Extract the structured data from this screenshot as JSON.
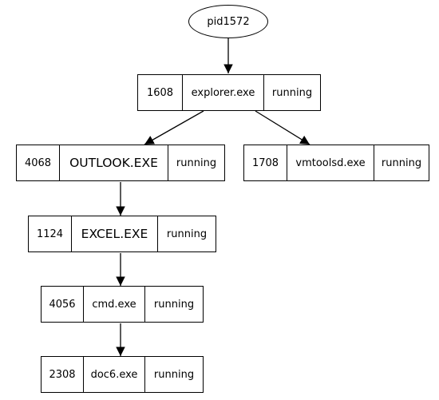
{
  "root": {
    "label": "pid1572"
  },
  "processes": {
    "explorer": {
      "pid": "1608",
      "name": "explorer.exe",
      "status": "running"
    },
    "outlook": {
      "pid": "4068",
      "name": "OUTLOOK.EXE",
      "status": "running"
    },
    "vmtoolsd": {
      "pid": "1708",
      "name": "vmtoolsd.exe",
      "status": "running"
    },
    "excel": {
      "pid": "1124",
      "name": "EXCEL.EXE",
      "status": "running"
    },
    "cmd": {
      "pid": "4056",
      "name": "cmd.exe",
      "status": "running"
    },
    "doc6": {
      "pid": "2308",
      "name": "doc6.exe",
      "status": "running"
    }
  }
}
